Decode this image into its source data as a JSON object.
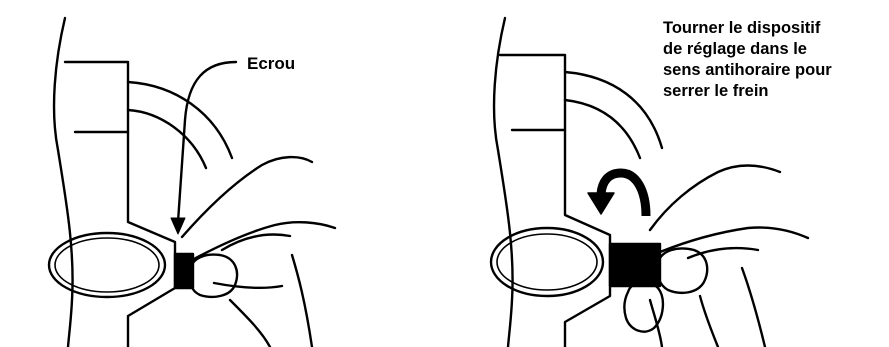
{
  "labels": {
    "nut": "Ecrou",
    "instruction_lines": [
      "Tourner le dispositif",
      "de réglage dans le",
      "sens antihoraire pour",
      "serrer le frein"
    ]
  },
  "colors": {
    "ink": "#000000",
    "background": "#ffffff"
  },
  "icons": {
    "rotation_arrow": "counterclockwise-arrow"
  }
}
